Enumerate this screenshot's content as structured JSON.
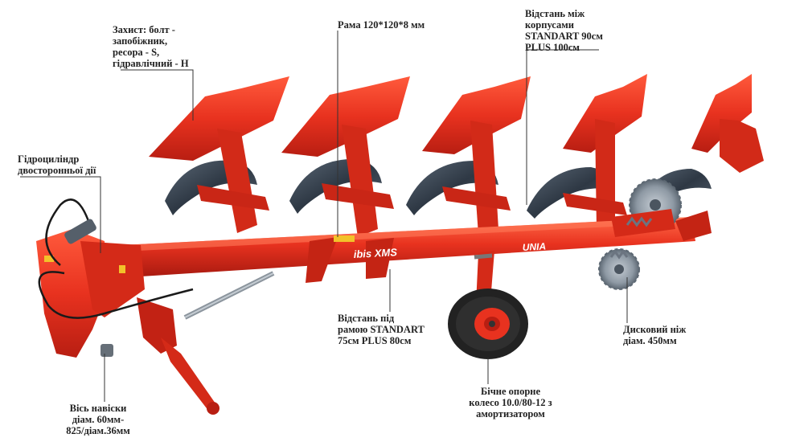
{
  "colors": {
    "body_red": "#e8321f",
    "dark_red": "#b81e12",
    "light_red": "#ff5a3c",
    "steel": "#3a4654",
    "leader_line": "#333333",
    "tire": "#222222",
    "disc": "#8e99a4"
  },
  "brand": {
    "model": "ibis XMS",
    "maker": "UNIA"
  },
  "labels": {
    "protection": "Захист: болт -\nзапобіжник,\nресора - S,\nгідравлічний - H",
    "frame": "Рама 120*120*8 мм",
    "spacing": "Відстань між\nкорпусами\nSTANDART 90см\nPLUS 100см",
    "cylinder": "Гідроциліндр\nдвосторонньої дії",
    "clearance": "Відстань під\nрамою STANDART\n75см PLUS 80см",
    "disc": "Дисковий ніж\nдіам. 450мм",
    "wheel": "Бічне опорне\nколесо 10.0/80-12 з\nамортизатором",
    "axle": "Вісь навіски\nдіам. 60мм-\n825/діам.36мм"
  }
}
